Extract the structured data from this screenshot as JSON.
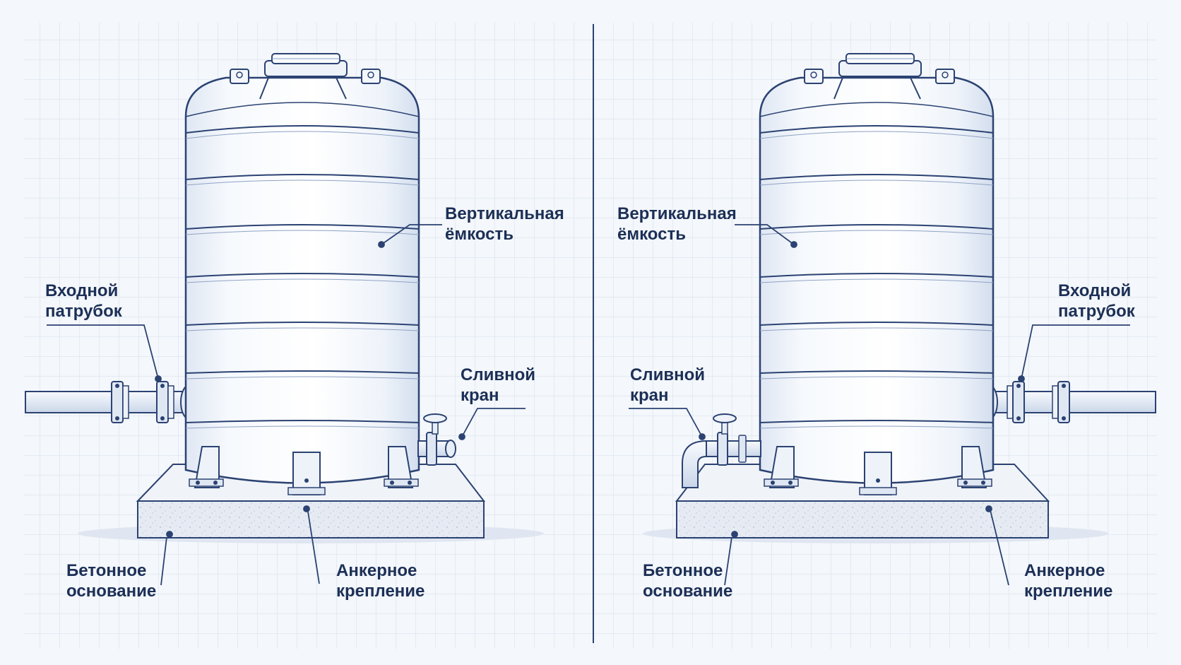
{
  "colors": {
    "background": "#f4f7fb",
    "grid": "#d4dfee",
    "ink": "#2b4272",
    "label": "#1c2f56",
    "tank_fill": "#f9fbfe",
    "tank_shade": "#dde6f3",
    "concrete": "#e4e9f1"
  },
  "left_panel": {
    "vessel_label": [
      "Вертикальная",
      "ёмкость"
    ],
    "inlet_label": [
      "Входной",
      "патрубок"
    ],
    "drain_label": [
      "Сливной",
      "кран"
    ],
    "base_label": [
      "Бетонное",
      "основание"
    ],
    "anchor_label": [
      "Анкерное",
      "крепление"
    ]
  },
  "right_panel": {
    "vessel_label": [
      "Вертикальная",
      "ёмкость"
    ],
    "inlet_label": [
      "Входной",
      "патрубок"
    ],
    "drain_label": [
      "Сливной",
      "кран"
    ],
    "base_label": [
      "Бетонное",
      "основание"
    ],
    "anchor_label": [
      "Анкерное",
      "крепление"
    ]
  }
}
